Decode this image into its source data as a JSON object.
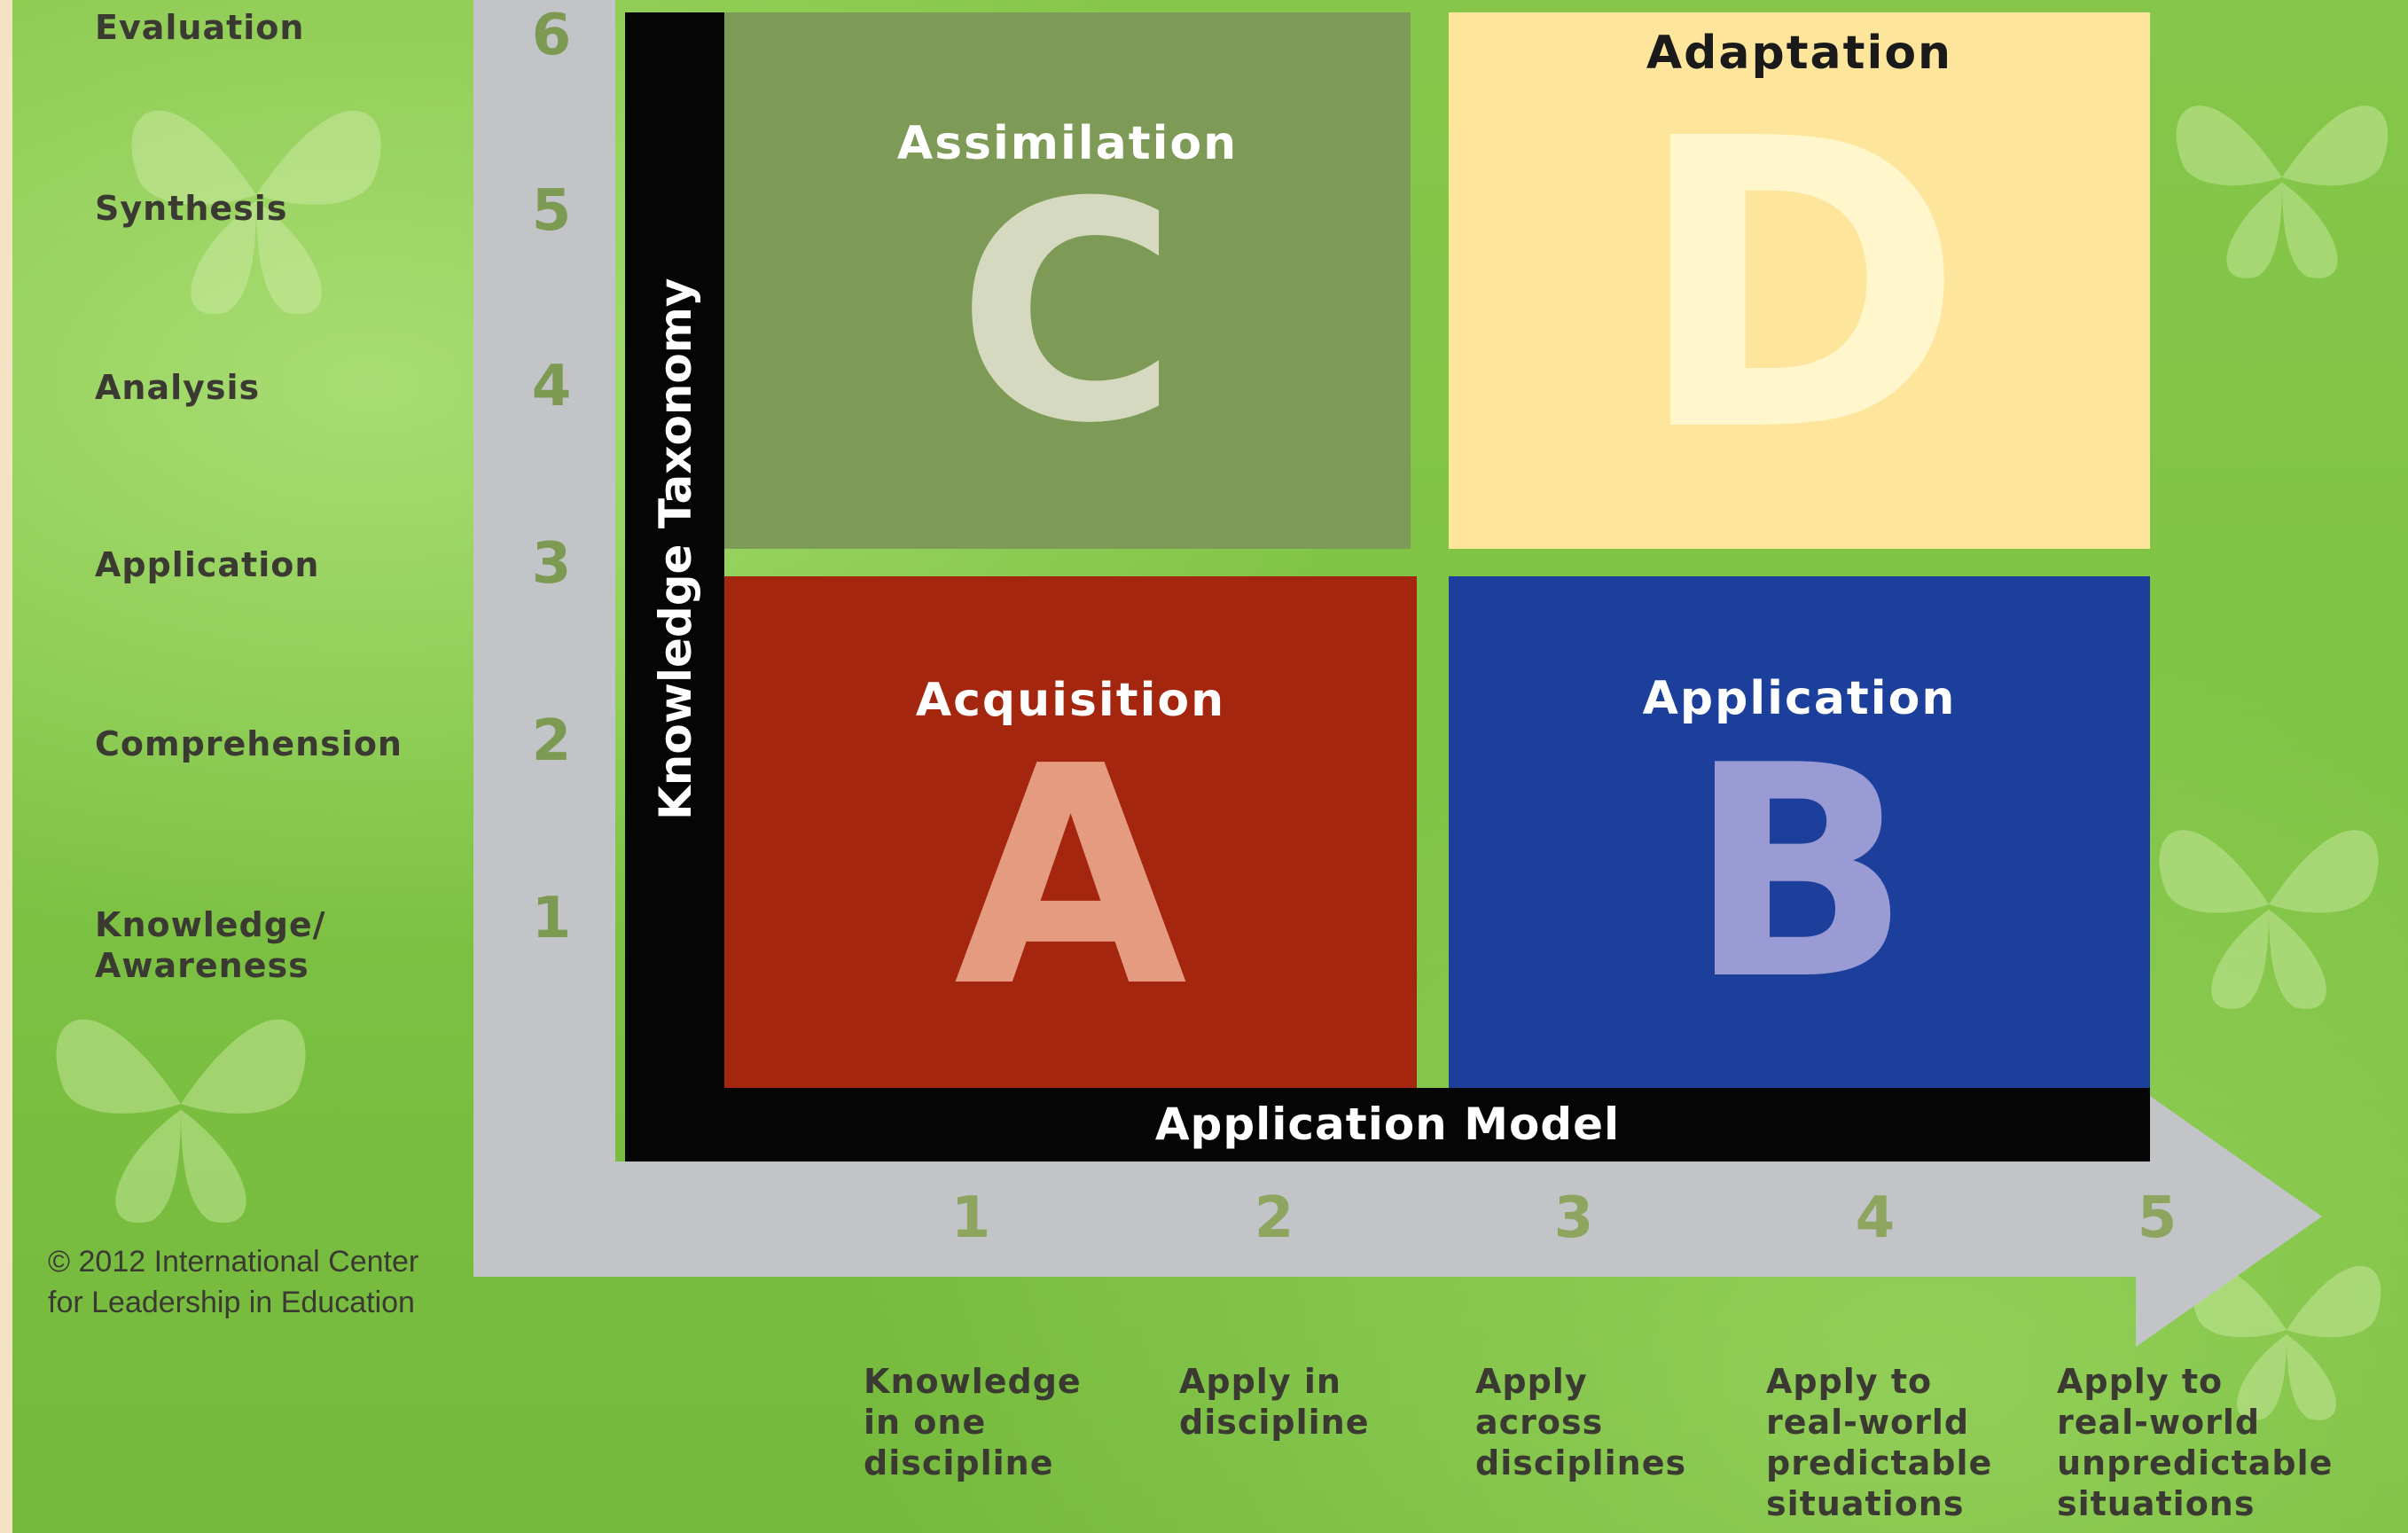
{
  "y_axis": {
    "levels": [
      {
        "number": "6",
        "label": "Evaluation"
      },
      {
        "number": "5",
        "label": "Synthesis"
      },
      {
        "number": "4",
        "label": "Analysis"
      },
      {
        "number": "3",
        "label": "Application"
      },
      {
        "number": "2",
        "label": "Comprehension"
      },
      {
        "number": "1",
        "label": "Knowledge/\nAwareness"
      }
    ],
    "title": "Knowledge Taxonomy"
  },
  "x_axis": {
    "title": "Application Model",
    "levels": [
      {
        "number": "1",
        "label": "Knowledge\nin one\ndiscipline"
      },
      {
        "number": "2",
        "label": "Apply in\ndiscipline"
      },
      {
        "number": "3",
        "label": "Apply\nacross\ndisciplines"
      },
      {
        "number": "4",
        "label": "Apply to\nreal-world\npredictable\nsituations"
      },
      {
        "number": "5",
        "label": "Apply to\nreal-world\nunpredictable\nsituations"
      }
    ]
  },
  "quadrants": {
    "c": {
      "title": "Assimilation",
      "letter": "C",
      "bg": "#7e9a57",
      "letter_color": "#d4d9bf"
    },
    "d": {
      "title": "Adaptation",
      "letter": "D",
      "bg": "#fde59c",
      "letter_color": "#fff6cc"
    },
    "a": {
      "title": "Acquisition",
      "letter": "A",
      "bg": "#a4260e",
      "letter_color": "#e59b80"
    },
    "b": {
      "title": "Application",
      "letter": "B",
      "bg": "#1b3f9b",
      "letter_color": "#9a9bd4"
    }
  },
  "copyright": "© 2012 International Center\nfor Leadership in Education",
  "colors": {
    "background": "#7fc445",
    "axis_arrow": "#c2c4c8",
    "frame": "#050505"
  }
}
